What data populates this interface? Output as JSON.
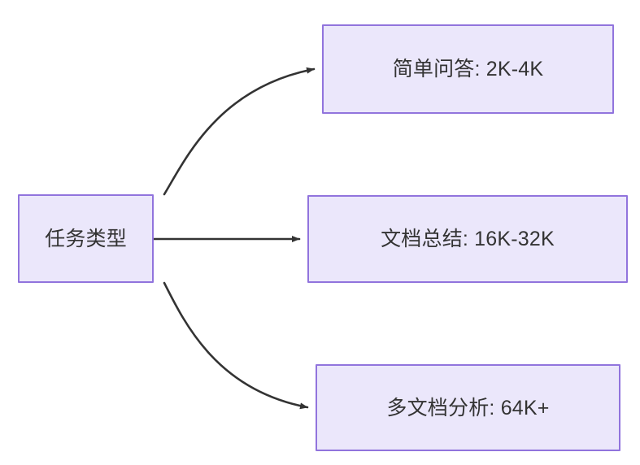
{
  "diagram": {
    "title": "任务类型",
    "type": "flowchart",
    "direction": "left-to-right",
    "background_color": "#ffffff",
    "node_fill_color": "#ebe7fb",
    "node_border_color": "#9174dd",
    "node_text_color": "#333333",
    "edge_color": "#333333",
    "source_node": {
      "id": "task-type",
      "label": "任务类型"
    },
    "target_nodes": [
      {
        "id": "simple-qa",
        "label": "简单问答: 2K-4K",
        "task": "简单问答",
        "range": "2K-4K"
      },
      {
        "id": "doc-summary",
        "label": "文档总结: 16K-32K",
        "task": "文档总结",
        "range": "16K-32K"
      },
      {
        "id": "multi-doc",
        "label": "多文档分析: 64K+",
        "task": "多文档分析",
        "range": "64K+"
      }
    ],
    "edges": [
      {
        "id": "edge-to-simple-qa",
        "from": "task-type",
        "to": "simple-qa",
        "style": "curved",
        "arrow": "triangle"
      },
      {
        "id": "edge-to-doc-summary",
        "from": "task-type",
        "to": "doc-summary",
        "style": "straight",
        "arrow": "triangle"
      },
      {
        "id": "edge-to-multi-doc",
        "from": "task-type",
        "to": "multi-doc",
        "style": "curved",
        "arrow": "triangle"
      }
    ]
  }
}
